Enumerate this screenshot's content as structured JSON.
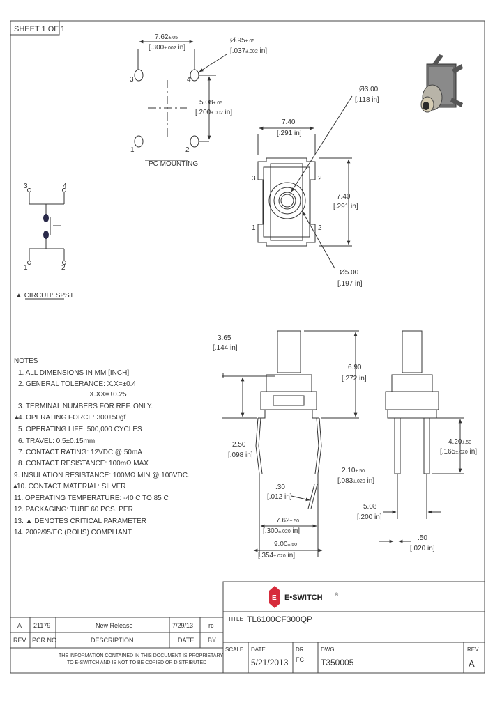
{
  "sheet_label": "SHEET 1 OF 1",
  "pc_mounting": {
    "label": "PC MOUNTING",
    "dim_width": "7.62",
    "dim_width_tol": "±.05",
    "dim_width_in": "[.300",
    "dim_width_in_tol": "±.002",
    "dim_width_in_unit": "in]",
    "dim_hole": "Ø.95",
    "dim_hole_tol": "±.05",
    "dim_hole_in": "[.037",
    "dim_hole_in_tol": "±.002",
    "dim_hole_in_unit": "in]",
    "dim_height": "5.08",
    "dim_height_tol": "±.05",
    "dim_height_in": "[.200",
    "dim_height_in_tol": "±.002",
    "dim_height_in_unit": "in]",
    "pins": [
      "3",
      "4",
      "1",
      "2"
    ]
  },
  "circuit": {
    "label": "CIRCUIT: SPST",
    "pins": [
      "3",
      "4",
      "1",
      "2"
    ]
  },
  "top_view": {
    "dim_actuator": "Ø3.00",
    "dim_actuator_in": "[.118 in]",
    "dim_width": "7.40",
    "dim_width_in": "[.291 in]",
    "dim_height": "7.40",
    "dim_height_in": "[.291 in]",
    "dim_ring": "Ø5.00",
    "dim_ring_in": "[.197 in]",
    "pins": [
      "3",
      "2",
      "1",
      "2"
    ]
  },
  "side_view": {
    "dim_actuator_h": "3.65",
    "dim_actuator_h_in": "[.144 in]",
    "dim_total_h": "6.90",
    "dim_total_h_in": "[.272 in]",
    "dim_lead": "2.50",
    "dim_lead_in": "[.098 in]",
    "dim_lead_w": ".30",
    "dim_lead_w_in": "[.012 in]",
    "dim_body_h": "2.10",
    "dim_body_h_tol": "±.50",
    "dim_body_h_in": "[.083",
    "dim_body_h_in_tol": "±.020",
    "dim_body_h_in_unit": "in]",
    "dim_pitch": "7.62",
    "dim_pitch_tol": "±.50",
    "dim_pitch_in": "[.300",
    "dim_pitch_in_tol": "±.020",
    "dim_pitch_in_unit": "in]",
    "dim_span": "9.00",
    "dim_span_tol": "±.50",
    "dim_span_in": "[.354",
    "dim_span_in_tol": "±.020",
    "dim_span_in_unit": "in]"
  },
  "end_view": {
    "dim_leg": "4.20",
    "dim_leg_tol": "±.50",
    "dim_leg_in": "[.165",
    "dim_leg_in_tol": "±.020",
    "dim_leg_in_unit": "in]",
    "dim_width": "5.08",
    "dim_width_in": "[.200 in]",
    "dim_thick": ".50",
    "dim_thick_in": "[.020 in]"
  },
  "notes": {
    "heading": "NOTES",
    "items": [
      "1. ALL DIMENSIONS IN MM [INCH]",
      "2. GENERAL TOLERANCE: X.X=±0.4",
      "X.XX=±0.25",
      "3. TERMINAL NUMBERS FOR REF. ONLY.",
      "4. OPERATING FORCE: 300±50gf",
      "5. OPERATING LIFE: 500,000 CYCLES",
      "6. TRAVEL: 0.5±0.15mm",
      "7. CONTACT RATING: 12VDC @ 50mA",
      "8. CONTACT RESISTANCE: 100mΩ MAX",
      "9. INSULATION RESISTANCE: 100MΩ MIN @ 100VDC.",
      "10. CONTACT MATERIAL: SILVER",
      "11. OPERATING TEMPERATURE: -40 C TO 85 C",
      "12. PACKAGING: TUBE 60 PCS. PER",
      "13. ▲ DENOTES CRITICAL PARAMETER",
      "14. 2002/95/EC (ROHS) COMPLIANT"
    ]
  },
  "brand": {
    "name": "E•SWITCH",
    "trademark": "®",
    "color": "#d62b3b"
  },
  "title_block": {
    "title_label": "TITLE",
    "title_value": "TL6100CF300QP",
    "scale_label": "SCALE",
    "date_label": "DATE",
    "date_value": "5/21/2013",
    "dr_label": "DR",
    "dr_value": "FC",
    "dwg_label": "DWG",
    "dwg_value": "T350005",
    "rev_label": "REV",
    "rev_value": "A"
  },
  "revision_table": {
    "headers": [
      "REV",
      "PCR NO",
      "DESCRIPTION",
      "DATE",
      "BY"
    ],
    "rows": [
      [
        "A",
        "21179",
        "New Release",
        "7/29/13",
        "rc"
      ]
    ]
  },
  "proprietary_notice": [
    "THE INFORMATION CONTAINED IN THIS DOCUMENT IS PROPRIETARY",
    "TO E-SWITCH AND IS NOT TO BE COPIED OR DISTRIBUTED"
  ]
}
